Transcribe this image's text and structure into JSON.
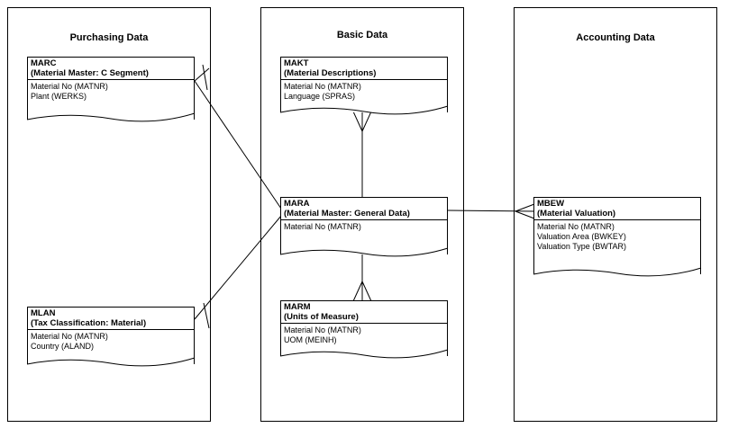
{
  "lanes": [
    {
      "id": "purchasing",
      "title": "Purchasing Data"
    },
    {
      "id": "basic",
      "title": "Basic Data"
    },
    {
      "id": "accounting",
      "title": "Accounting Data"
    }
  ],
  "entities": {
    "marc": {
      "code": "MARC",
      "name": "(Material Master: C Segment)",
      "fields": [
        "Material No (MATNR)",
        "Plant (WERKS)"
      ]
    },
    "mlan": {
      "code": "MLAN",
      "name": "(Tax Classification: Material)",
      "fields": [
        "Material No (MATNR)",
        "Country (ALAND)"
      ]
    },
    "makt": {
      "code": "MAKT",
      "name": "(Material Descriptions)",
      "fields": [
        "Material No (MATNR)",
        "Language (SPRAS)"
      ]
    },
    "mara": {
      "code": "MARA",
      "name": "(Material Master: General Data)",
      "fields": [
        "Material No (MATNR)"
      ]
    },
    "marm": {
      "code": "MARM",
      "name": "(Units of Measure)",
      "fields": [
        "Material No (MATNR)",
        "UOM (MEINH)"
      ]
    },
    "mbew": {
      "code": "MBEW",
      "name": "(Material Valuation)",
      "fields": [
        "Material No (MATNR)",
        "Valuation Area  (BWKEY)",
        "Valuation Type (BWTAR)"
      ]
    }
  }
}
